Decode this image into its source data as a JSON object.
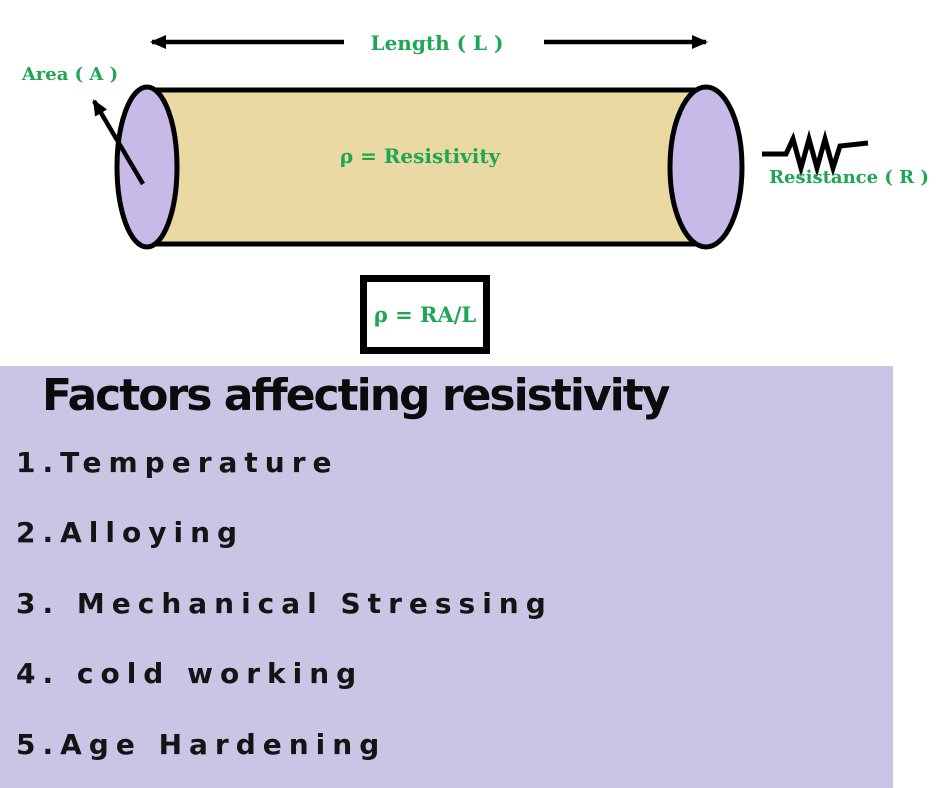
{
  "diagram": {
    "length_label": "Length ( L )",
    "area_label": "Area ( A )",
    "resistivity_label": "ρ = Resistivity",
    "resistance_label": "Resistance ( R )",
    "formula": "ρ = RA/L"
  },
  "factors": {
    "title": "Factors affecting resistivity",
    "items": [
      "1.Temperature",
      "2.Alloying",
      "3. Mechanical Stressing",
      "4. cold working",
      "5.Age Hardening"
    ]
  },
  "colors": {
    "green": "#1EA653",
    "cylinder-body": "#EBD9A4",
    "cylinder-end": "#C7BAE8",
    "panel-bg": "#CBC4E4",
    "ink": "#000000",
    "list-text": "#141414"
  }
}
